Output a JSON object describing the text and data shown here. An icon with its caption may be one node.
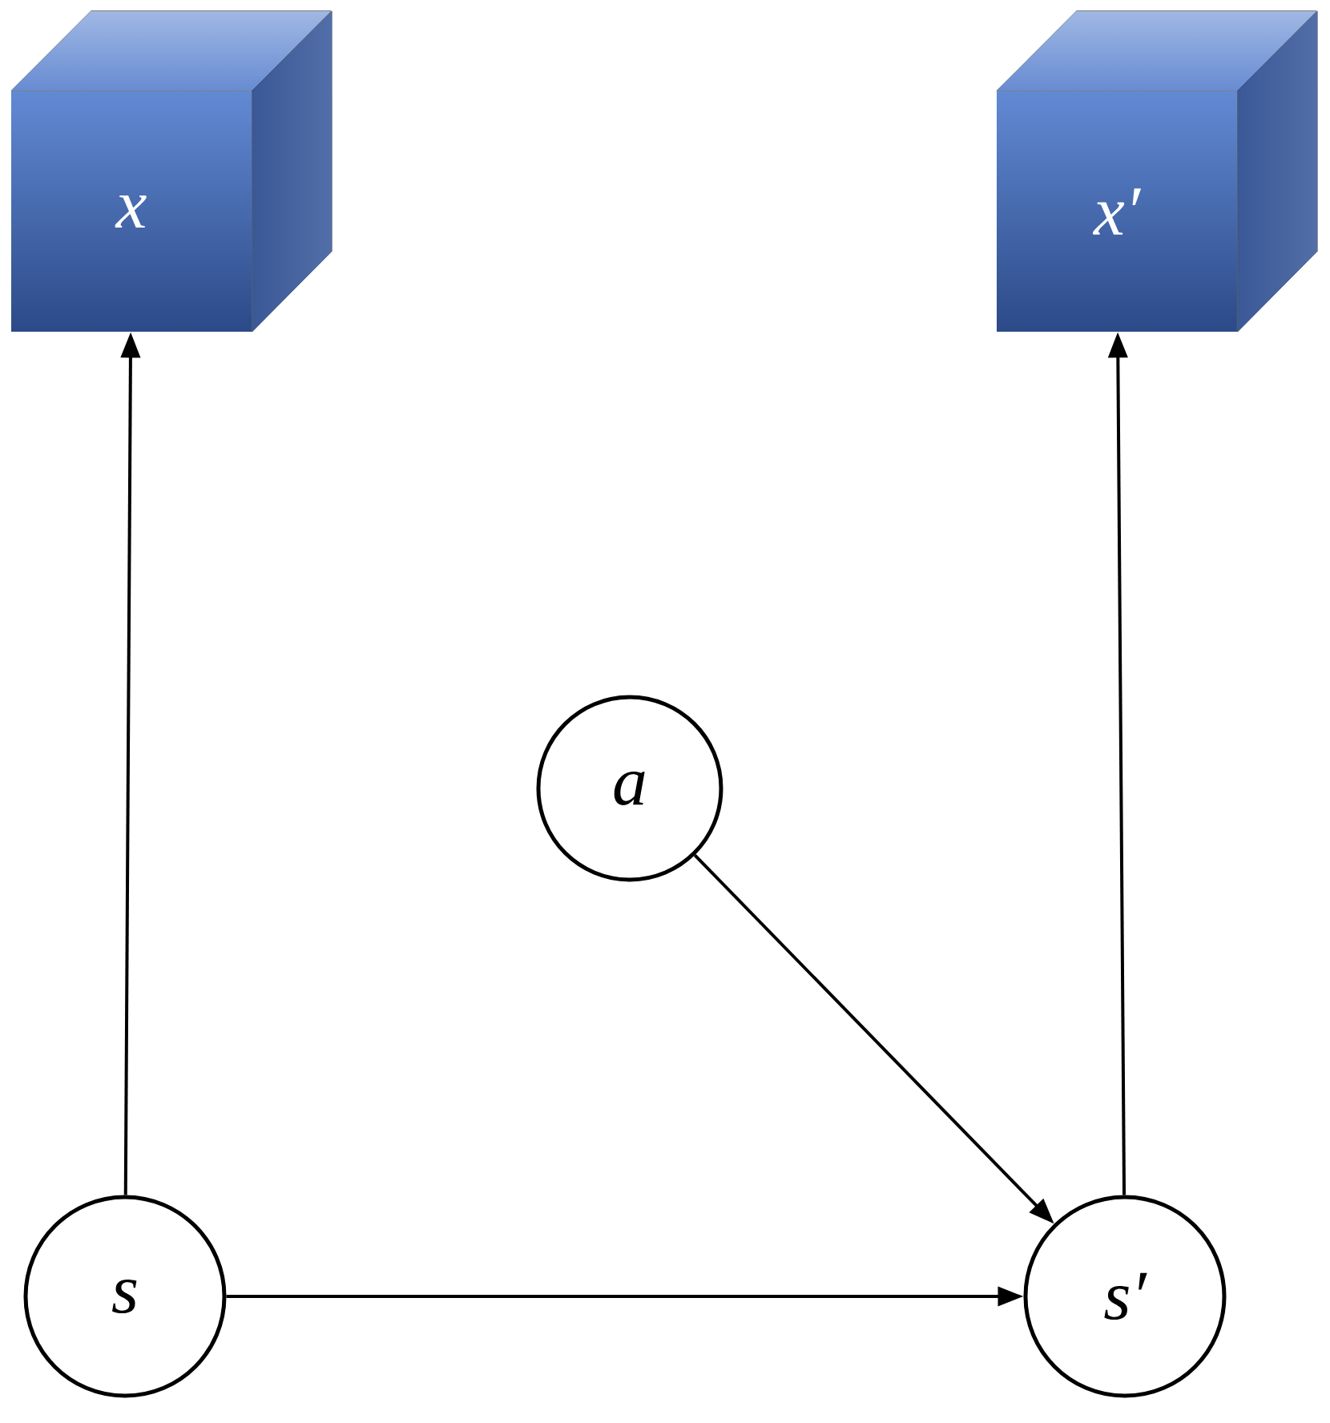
{
  "diagram": {
    "nodes": [
      {
        "text": [
          "x"
        ]
      },
      {
        "text": [
          "x′"
        ]
      },
      {
        "text": [
          "a"
        ]
      },
      {
        "text": [
          "s"
        ]
      },
      {
        "text": [
          "s′"
        ]
      }
    ],
    "edges": [
      {
        "from": 3,
        "to": 0,
        "arrow": "to"
      },
      {
        "from": 4,
        "to": 1,
        "arrow": "to"
      },
      {
        "from": 2,
        "to": 4,
        "arrow": "to"
      },
      {
        "from": 3,
        "to": 4,
        "arrow": "to"
      }
    ]
  }
}
